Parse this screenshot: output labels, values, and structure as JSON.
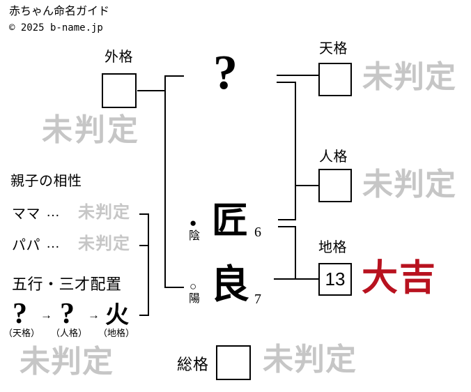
{
  "window": {
    "title": "赤ちゃん命名ガイド",
    "copyright": "© 2025 b-name.jp"
  },
  "colors": {
    "accent_red": "#b8121f",
    "watermark_gray": "#c6c6c6",
    "line_black": "#000000"
  },
  "diagram": {
    "gaikaku": {
      "label": "外格",
      "value": "",
      "result": "未判定"
    },
    "tenkaku": {
      "label": "天格",
      "value": "",
      "result": "未判定"
    },
    "jinkaku": {
      "label": "人格",
      "value": "",
      "result": "未判定"
    },
    "chikaku": {
      "label": "地格",
      "value": "13",
      "result": "大吉"
    },
    "soukaku": {
      "label": "総格",
      "value": "",
      "result": "未判定"
    },
    "name": {
      "surname_char": "?",
      "char1": "匠",
      "char1_strokes": "6",
      "char1_inyo_symbol": "●",
      "char1_inyo_label": "陰",
      "char2": "良",
      "char2_strokes": "7",
      "char2_inyo_symbol": "○",
      "char2_inyo_label": "陽"
    }
  },
  "compatibility": {
    "title": "親子の相性",
    "mama_label": "ママ",
    "mama_dots": "…",
    "mama_result": "未判定",
    "papa_label": "パパ",
    "papa_dots": "…",
    "papa_result": "未判定"
  },
  "gogyo": {
    "title": "五行・三才配置",
    "ten": "?",
    "jin": "?",
    "chi": "火",
    "arrow": "→",
    "ten_caption": "（天格）",
    "jin_caption": "（人格）",
    "chi_caption": "（地格）",
    "result": "未判定"
  }
}
